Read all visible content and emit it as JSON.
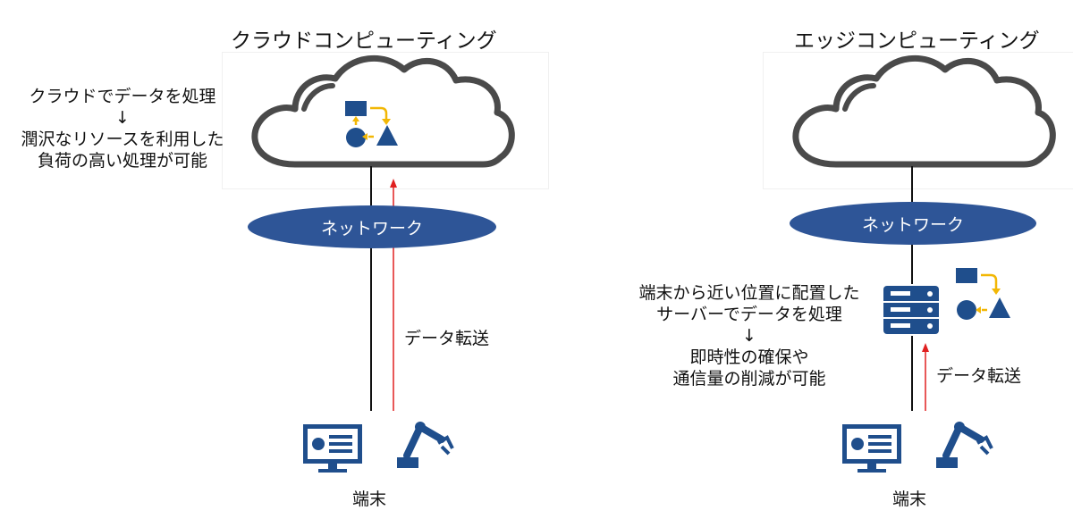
{
  "cloud": {
    "title": "クラウドコンピューティング",
    "description": [
      "クラウドでデータを処理",
      "↓",
      "潤沢なリソースを利用した",
      "負荷の高い処理が可能"
    ],
    "network_label": "ネットワーク",
    "transfer_label": "データ転送",
    "terminal_label": "端末"
  },
  "edge": {
    "title": "エッジコンピューティング",
    "description": [
      "端末から近い位置に配置した",
      "サーバーでデータを処理",
      "↓",
      "即時性の確保や",
      "通信量の削減が可能"
    ],
    "network_label": "ネットワーク",
    "transfer_label": "データ転送",
    "terminal_label": "端末"
  },
  "colors": {
    "navy": "#1f4e8c",
    "network": "#2e5597",
    "accent": "#f2b705",
    "transfer_arrow": "#e02020",
    "cloud_outline": "#4a4a4a"
  },
  "icons": [
    "cloud-icon",
    "process-shapes-icon",
    "server-icon",
    "monitor-dashboard-icon",
    "robot-arm-icon"
  ]
}
